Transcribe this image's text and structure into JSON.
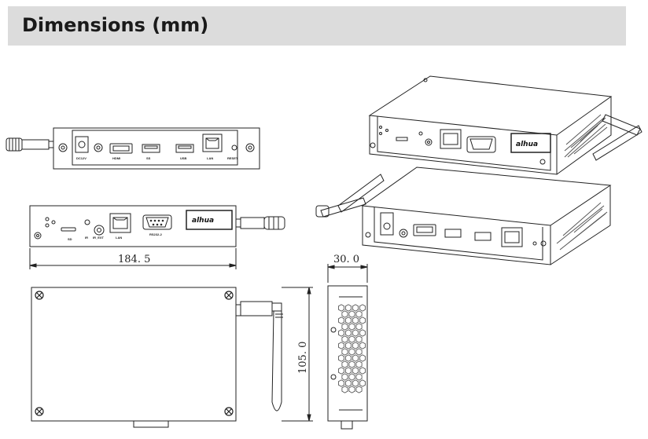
{
  "header": {
    "title": "Dimensions (mm)"
  },
  "dimensions": {
    "length": "184. 5",
    "height": "30. 0",
    "width": "105. 0"
  },
  "front_panel_labels": {
    "dc": "DC12V",
    "hdmi": "HDMI",
    "usb3": "SS",
    "usb2": "USB",
    "lan": "LAN",
    "reset": "RESET"
  },
  "rear_panel_labels": {
    "sd": "SD",
    "ir": "IR",
    "ir_ext": "IR_EXT",
    "rs232": "RS232-2",
    "lan": "LAN"
  },
  "brand": {
    "logo": "alhua"
  }
}
